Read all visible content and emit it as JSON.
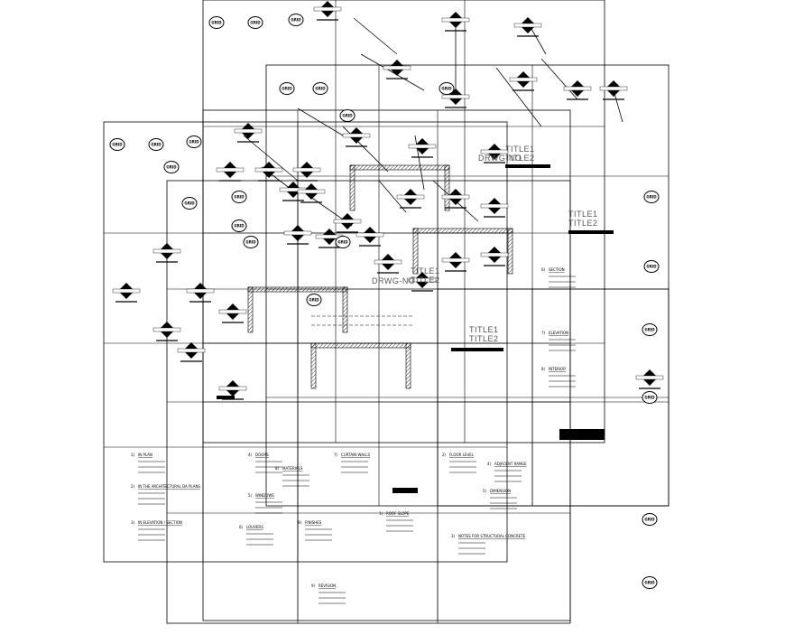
{
  "drawing": {
    "title1_label": "TITLE1",
    "title2_label": "TITLE2",
    "drawing_no_label": "DRWG-NO",
    "grid_label": "GRID",
    "note_labels": [
      "IN PLAN",
      "IN THE ARCHITECTURAL DA PLANS",
      "IN ELEVATION / SECTION",
      "DOORS",
      "WINDOWS",
      "LOUVERS",
      "CURTAIN WALLS",
      "MATERIALS",
      "FINISHES",
      "ROOF SLOPE",
      "FLOOR LEVEL",
      "NOTES FOR STRUCTURAL CONCRETE",
      "ADJACENT RANGE",
      "DIMENSION",
      "SECTION",
      "ELEVATION",
      "INTERIOR",
      "REVISION"
    ]
  }
}
